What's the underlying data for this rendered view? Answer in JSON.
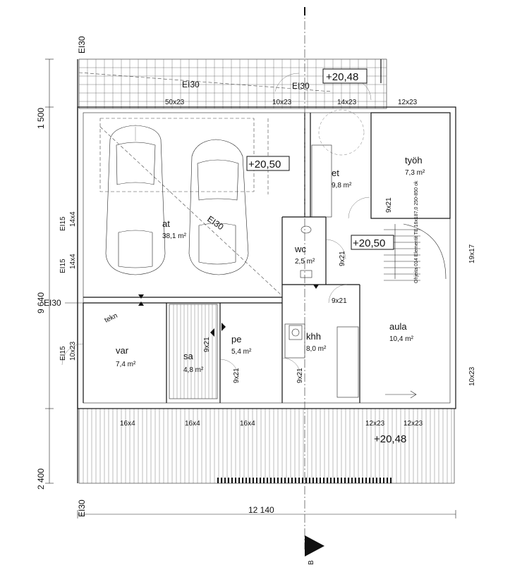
{
  "fire_class": "EI30",
  "fire_class_wall": "EI15",
  "levels": {
    "porch": "+20,48",
    "garage": "+20,50",
    "hall": "+20,50",
    "terrace": "+20,48"
  },
  "rooms": {
    "garage": {
      "name": "at",
      "area": "38,1 m²"
    },
    "entrance": {
      "name": "et",
      "area": "9,8 m²"
    },
    "study": {
      "name": "työh",
      "area": "7,3 m²"
    },
    "wc": {
      "name": "wc",
      "area": "2,5 m²"
    },
    "utility": {
      "name": "khh",
      "area": "8,0 m²"
    },
    "hall": {
      "name": "aula",
      "area": "10,4 m²"
    },
    "storage": {
      "name": "var",
      "area": "7,4 m²"
    },
    "sauna": {
      "name": "sa",
      "area": "4,8 m²"
    },
    "washroom": {
      "name": "pe",
      "area": "5,4 m²"
    }
  },
  "windows": {
    "w1": "50x23",
    "w2": "10x23",
    "w3": "14x23",
    "w4": "12x23",
    "w5": "14x4",
    "w6": "14x4",
    "w7": "19x17",
    "w8": "10x23",
    "w9": "10x23",
    "w10": "16x4",
    "w11": "16x4",
    "w12": "16x4",
    "w13": "12x23",
    "w14": "12x23"
  },
  "doors": {
    "d1": "9x21",
    "d2": "9x21",
    "d3": "9x21",
    "d4": "9x21",
    "d5": "9x21",
    "d6": "9x21"
  },
  "dimensions": {
    "overall_width": "12 140",
    "overall_depth": "9 640",
    "porch_depth": "1 500",
    "terrace_depth": "2 400"
  },
  "stair_note": "Ohjeita 014 Elementit TE 16x187,0 250-850 ok",
  "misc": {
    "label_tekn": "tekn",
    "section_mark": "B"
  }
}
